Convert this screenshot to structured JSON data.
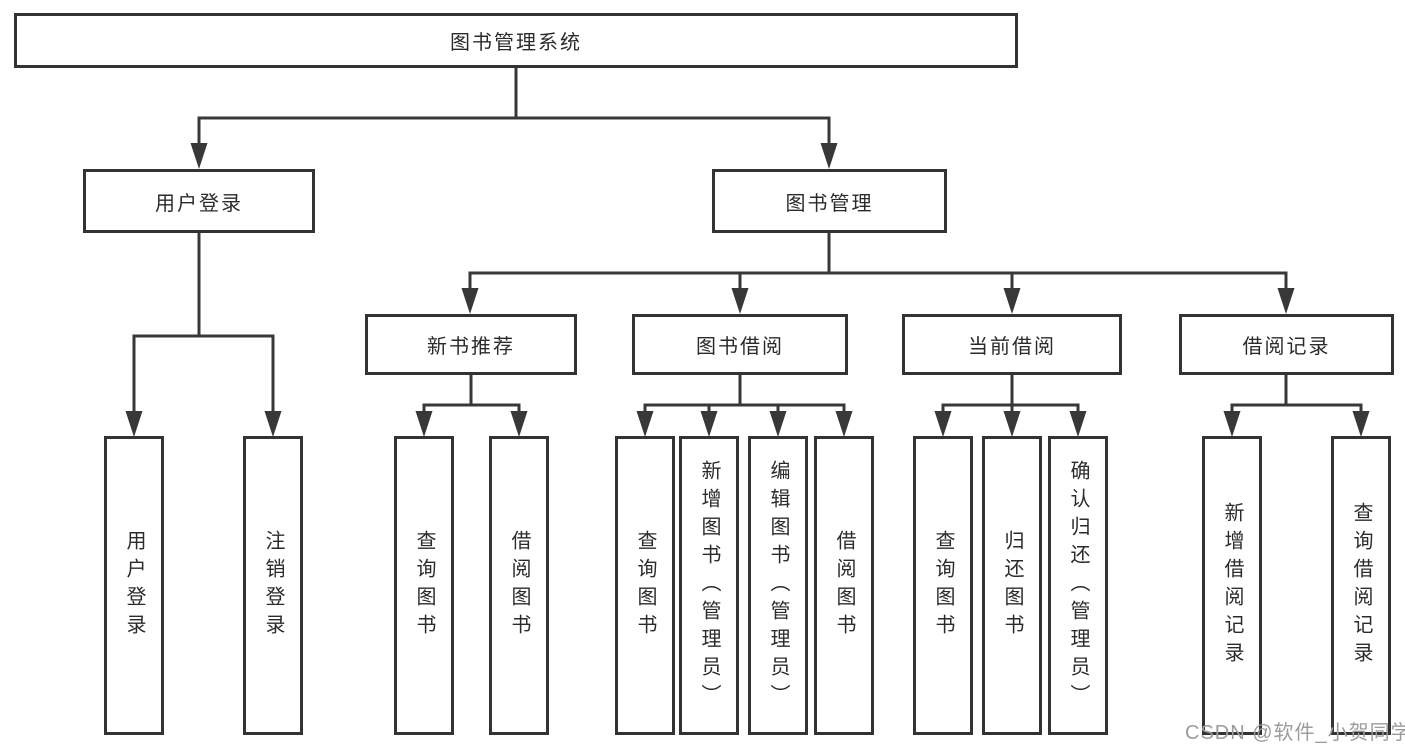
{
  "diagram": {
    "root": {
      "label": "图书管理系统"
    },
    "level2": [
      {
        "label": "用户登录",
        "children": [
          "用户登录",
          "注销登录"
        ]
      },
      {
        "label": "图书管理"
      }
    ],
    "level3": [
      {
        "label": "新书推荐",
        "children": [
          "查询图书",
          "借阅图书"
        ]
      },
      {
        "label": "图书借阅",
        "children": [
          "查询图书",
          "新增图书（管理员）",
          "编辑图书（管理员）",
          "借阅图书"
        ]
      },
      {
        "label": "当前借阅",
        "children": [
          "查询图书",
          "归还图书",
          "确认归还（管理员）"
        ]
      },
      {
        "label": "借阅记录",
        "children": [
          "新增借阅记录",
          "查询借阅记录"
        ]
      }
    ],
    "watermark": "CSDN @软件_小贺同学",
    "colors": {
      "line": "#383838",
      "box_border": "#333333",
      "box_fill": "#ffffff",
      "text": "#2b2b2b",
      "watermark": "#9c9c9c"
    }
  }
}
